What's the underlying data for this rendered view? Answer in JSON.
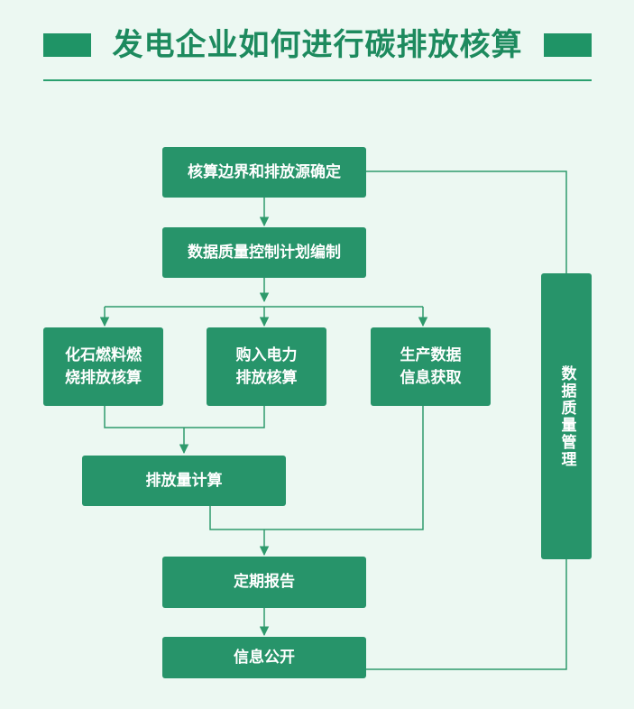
{
  "title": "发电企业如何进行碳排放核算",
  "steps": {
    "boundary": "核算边界和排放源确定",
    "quality_plan": "数据质量控制计划编制",
    "fossil": "化石燃料燃\n烧排放核算",
    "purchased": "购入电力\n排放核算",
    "production": "生产数据\n信息获取",
    "emission_calc": "排放量计算",
    "report": "定期报告",
    "disclosure": "信息公开",
    "quality_mgmt": "数据质量管理"
  },
  "colors": {
    "box": "#27946a",
    "line": "#2e9a6c",
    "title": "#1d8a5e",
    "background": "#ecf8f2"
  }
}
